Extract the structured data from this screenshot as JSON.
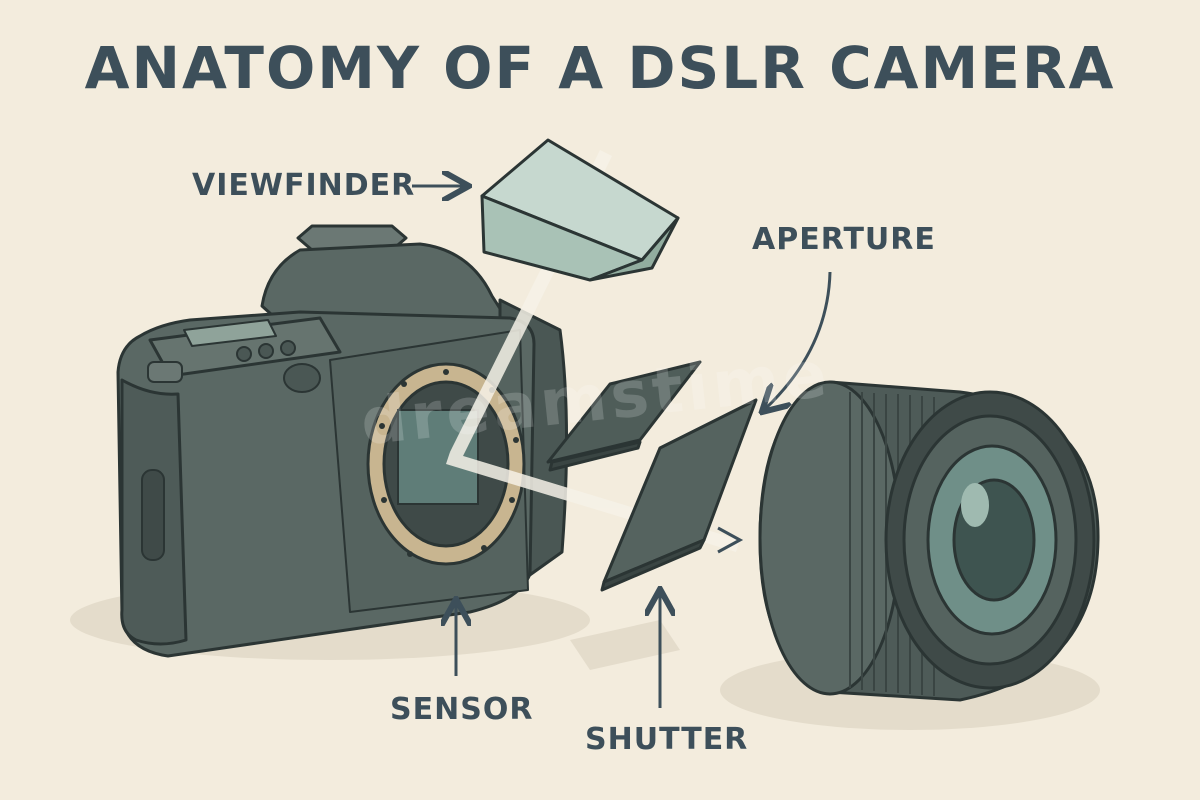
{
  "title": "ANATOMY OF A DSLR CAMERA",
  "labels": {
    "viewfinder": "VIEWFINDER",
    "aperture": "APERTURE",
    "sensor": "SENSOR",
    "shutter": "SHUTTER"
  },
  "watermark": "dreamstime",
  "colors": {
    "background": "#f3ecdd",
    "text": "#3d4f5a",
    "body": "#55635f",
    "outline": "#2b3534",
    "glass": "#a9c2b6",
    "ring": "#c8b590"
  }
}
